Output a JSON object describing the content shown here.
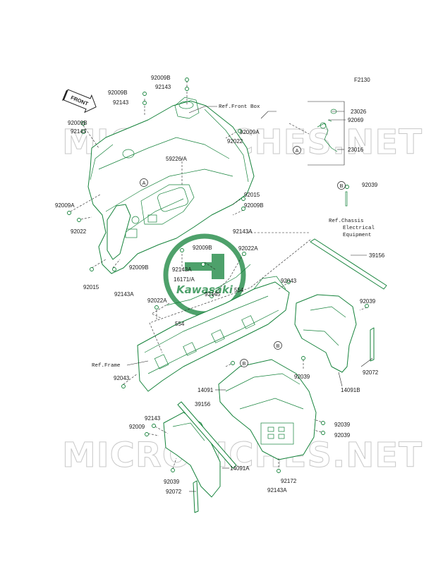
{
  "figure_code": "F2130",
  "front_label": "FRONT",
  "watermark_text": "MICROFICHES.NET",
  "logo_text": "Kawasaki",
  "callouts": [
    "A",
    "B"
  ],
  "refs": {
    "front_box": "Ref.Front Box",
    "frame": "Ref.Frame",
    "chassis_line1": "Ref.Chassis",
    "chassis_line2": "Electrical",
    "chassis_line3": "Equipment"
  },
  "labels": {
    "l92009b_top": "92009B",
    "l92143_top": "92143",
    "l92009b_2": "92009B",
    "l92143_2": "92143",
    "l92009b_3": "92009B",
    "l92143_3": "92143",
    "l92009a_r": "92009A",
    "l92022_r": "92022",
    "l59226": "59226/A",
    "l92015_r": "92015",
    "l92009b_r": "92009B",
    "l92143a_r": "92143A",
    "l92009a_l": "92009A",
    "l92022_l": "92022",
    "l92015_l": "92015",
    "l92009b_b": "92009B",
    "l92143a_b": "92143A",
    "l92009b_m": "92009B",
    "l92143a_m": "92143A",
    "l16171": "16171/A",
    "l92022a_m": "92022A",
    "l554_a": "554",
    "l92145": "92145",
    "l92022a_l": "92022A",
    "l554_b": "554",
    "l92043_t": "92043",
    "l92043_b": "92043",
    "l23026": "23026",
    "l92069": "92069",
    "l23016": "23016",
    "l92039_tr": "92039",
    "l39156_t": "39156",
    "l92039_r": "92039",
    "l92072_r": "92072",
    "l14091b": "14091B",
    "l92039_m": "92039",
    "l14091": "14091",
    "l39156_b": "39156",
    "l92143_bl": "92143",
    "l92009_bl": "92009",
    "l92039_br1": "92039",
    "l92039_br2": "92039",
    "l14091a": "14091A",
    "l92039_bl": "92039",
    "l92072_bl": "92072",
    "l92172": "92172",
    "l92143a_bb": "92143A"
  }
}
